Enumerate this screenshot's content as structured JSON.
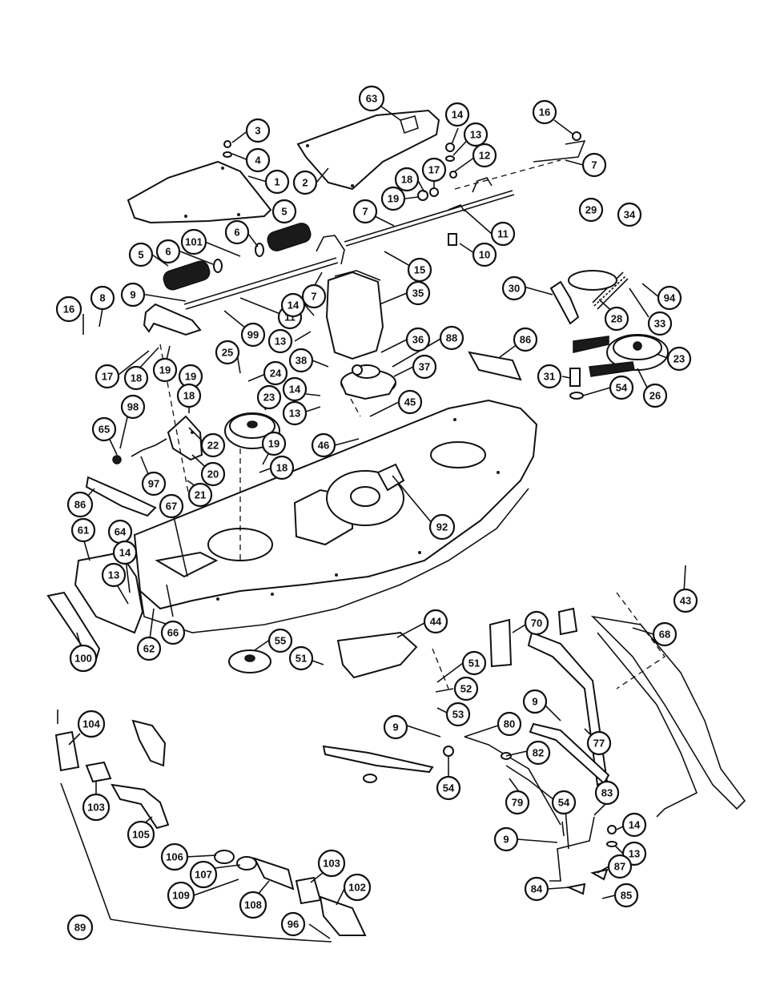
{
  "callouts": [
    {
      "id": "3",
      "label": "3"
    },
    {
      "id": "4",
      "label": "4"
    },
    {
      "id": "1",
      "label": "1"
    },
    {
      "id": "2",
      "label": "2"
    },
    {
      "id": "63",
      "label": "63"
    },
    {
      "id": "14a",
      "label": "14"
    },
    {
      "id": "13a",
      "label": "13"
    },
    {
      "id": "12",
      "label": "12"
    },
    {
      "id": "16a",
      "label": "16"
    },
    {
      "id": "7a",
      "label": "7"
    },
    {
      "id": "17a",
      "label": "17"
    },
    {
      "id": "18a",
      "label": "18"
    },
    {
      "id": "19a",
      "label": "19"
    },
    {
      "id": "7b",
      "label": "7"
    },
    {
      "id": "11a",
      "label": "11"
    },
    {
      "id": "10",
      "label": "10"
    },
    {
      "id": "15",
      "label": "15"
    },
    {
      "id": "5a",
      "label": "5"
    },
    {
      "id": "6a",
      "label": "6"
    },
    {
      "id": "101",
      "label": "101"
    },
    {
      "id": "5b",
      "label": "5"
    },
    {
      "id": "6b",
      "label": "6"
    },
    {
      "id": "29",
      "label": "29"
    },
    {
      "id": "34",
      "label": "34"
    },
    {
      "id": "9a",
      "label": "9"
    },
    {
      "id": "7c",
      "label": "7"
    },
    {
      "id": "11b",
      "label": "11"
    },
    {
      "id": "35",
      "label": "35"
    },
    {
      "id": "16b",
      "label": "16"
    },
    {
      "id": "8",
      "label": "8"
    },
    {
      "id": "99",
      "label": "99"
    },
    {
      "id": "14b",
      "label": "14"
    },
    {
      "id": "13b",
      "label": "13"
    },
    {
      "id": "17b",
      "label": "17"
    },
    {
      "id": "18b",
      "label": "18"
    },
    {
      "id": "19b",
      "label": "19"
    },
    {
      "id": "30",
      "label": "30"
    },
    {
      "id": "28",
      "label": "28"
    },
    {
      "id": "33",
      "label": "33"
    },
    {
      "id": "94",
      "label": "94"
    },
    {
      "id": "86a",
      "label": "86"
    },
    {
      "id": "23a",
      "label": "23"
    },
    {
      "id": "31",
      "label": "31"
    },
    {
      "id": "54a",
      "label": "54"
    },
    {
      "id": "26",
      "label": "26"
    },
    {
      "id": "36",
      "label": "36"
    },
    {
      "id": "88",
      "label": "88"
    },
    {
      "id": "37",
      "label": "37"
    },
    {
      "id": "38",
      "label": "38"
    },
    {
      "id": "25",
      "label": "25"
    },
    {
      "id": "24",
      "label": "24"
    },
    {
      "id": "23b",
      "label": "23"
    },
    {
      "id": "14c",
      "label": "14"
    },
    {
      "id": "13c",
      "label": "13"
    },
    {
      "id": "45",
      "label": "45"
    },
    {
      "id": "46",
      "label": "46"
    },
    {
      "id": "19c",
      "label": "19"
    },
    {
      "id": "18c",
      "label": "18"
    },
    {
      "id": "98",
      "label": "98"
    },
    {
      "id": "65",
      "label": "65"
    },
    {
      "id": "97",
      "label": "97"
    },
    {
      "id": "22",
      "label": "22"
    },
    {
      "id": "20",
      "label": "20"
    },
    {
      "id": "21",
      "label": "21"
    },
    {
      "id": "19d",
      "label": "19"
    },
    {
      "id": "18d",
      "label": "18"
    },
    {
      "id": "86b",
      "label": "86"
    },
    {
      "id": "67",
      "label": "67"
    },
    {
      "id": "92",
      "label": "92"
    },
    {
      "id": "61",
      "label": "61"
    },
    {
      "id": "64",
      "label": "64"
    },
    {
      "id": "14d",
      "label": "14"
    },
    {
      "id": "13d",
      "label": "13"
    },
    {
      "id": "66",
      "label": "66"
    },
    {
      "id": "62",
      "label": "62"
    },
    {
      "id": "100",
      "label": "100"
    },
    {
      "id": "55",
      "label": "55"
    },
    {
      "id": "51a",
      "label": "51"
    },
    {
      "id": "44",
      "label": "44"
    },
    {
      "id": "43",
      "label": "43"
    },
    {
      "id": "70",
      "label": "70"
    },
    {
      "id": "68",
      "label": "68"
    },
    {
      "id": "51b",
      "label": "51"
    },
    {
      "id": "52",
      "label": "52"
    },
    {
      "id": "53",
      "label": "53"
    },
    {
      "id": "9b",
      "label": "9"
    },
    {
      "id": "80",
      "label": "80"
    },
    {
      "id": "9c",
      "label": "9"
    },
    {
      "id": "77",
      "label": "77"
    },
    {
      "id": "82",
      "label": "82"
    },
    {
      "id": "54b",
      "label": "54"
    },
    {
      "id": "79",
      "label": "79"
    },
    {
      "id": "54c",
      "label": "54"
    },
    {
      "id": "83",
      "label": "83"
    },
    {
      "id": "14e",
      "label": "14"
    },
    {
      "id": "13e",
      "label": "13"
    },
    {
      "id": "9d",
      "label": "9"
    },
    {
      "id": "87",
      "label": "87"
    },
    {
      "id": "84",
      "label": "84"
    },
    {
      "id": "85",
      "label": "85"
    },
    {
      "id": "104",
      "label": "104"
    },
    {
      "id": "103a",
      "label": "103"
    },
    {
      "id": "105",
      "label": "105"
    },
    {
      "id": "106",
      "label": "106"
    },
    {
      "id": "107",
      "label": "107"
    },
    {
      "id": "109",
      "label": "109"
    },
    {
      "id": "108",
      "label": "108"
    },
    {
      "id": "103b",
      "label": "103"
    },
    {
      "id": "102",
      "label": "102"
    },
    {
      "id": "89",
      "label": "89"
    },
    {
      "id": "96",
      "label": "96"
    }
  ]
}
